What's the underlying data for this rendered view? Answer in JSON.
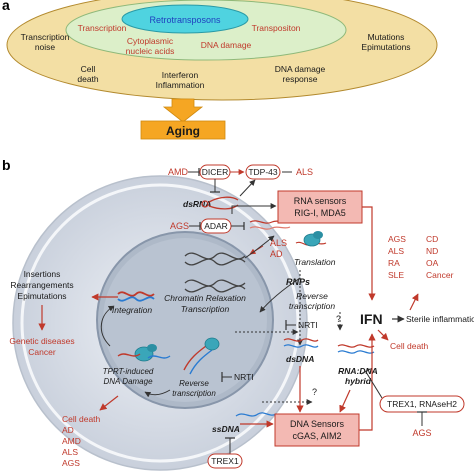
{
  "panel_a": {
    "panel_letter": "a",
    "inner": "Retrotransposons",
    "middle": {
      "left": "Transcription",
      "right": "Transpositon",
      "cyto_1": "Cytoplasmic",
      "cyto_2": "nucleic acids",
      "dna_damage": "DNA damage"
    },
    "outer": {
      "noise_1": "Transcription",
      "noise_2": "noise",
      "mut_1": "Mutations",
      "mut_2": "Epimutations",
      "death_1": "Cell",
      "death_2": "death",
      "ifn_1": "Interferon",
      "ifn_2": "Inflammation",
      "ddr_1": "DNA damage",
      "ddr_2": "response"
    },
    "aging": "Aging"
  },
  "panel_b": {
    "panel_letter": "b",
    "amd": "AMD",
    "dicer": "DICER",
    "tdp43": "TDP-43",
    "als_top": "ALS",
    "dsrna": "dsRNA",
    "ags_left": "AGS",
    "adar": "ADAR",
    "rna_sensors_1": "RNA sensors",
    "rna_sensors_2": "RIG-I, MDA5",
    "als_ad_1": "ALS",
    "als_ad_2": "AD",
    "translation": "Translation",
    "rnps": "RNPs",
    "rev_tr_1": "Reverse",
    "rev_tr_2": "transcription",
    "chrom_1": "Chromatin Relaxation",
    "chrom_2": "Transcription",
    "integration": "Integration",
    "left_list": [
      "Insertions",
      "Rearrangements",
      "Epimutations"
    ],
    "genetic_1": "Genetic diseases",
    "genetic_2": "Cancer",
    "tprt_1": "TPRT-induced",
    "tprt_2": "DNA Damage",
    "rev_tr_in_1": "Reverse",
    "rev_tr_in_2": "transcription",
    "nrti_top": "NRTI",
    "nrti_bottom": "NRTI",
    "dsdna": "dsDNA",
    "hybrid_1": "RNA:DNA",
    "hybrid_2": "hybrid",
    "ssdna": "ssDNA",
    "dna_sensors_1": "DNA Sensors",
    "dna_sensors_2": "cGAS, AIM2",
    "trex1_bottom": "TREX1",
    "trex1_rnaseh2": "TREX1, RNAseH2",
    "ags_bottom": "AGS",
    "ifn": "IFN",
    "sterile": "Sterile inflammation",
    "cell_death_right": "Cell death",
    "disease_col1": [
      "AGS",
      "ALS",
      "RA",
      "SLE"
    ],
    "disease_col2": [
      "CD",
      "ND",
      "OA",
      "Cancer"
    ],
    "bottom_list": [
      "Cell death",
      "AD",
      "AMD",
      "ALS",
      "AGS"
    ],
    "question_1": "?",
    "question_2": "?"
  },
  "colors": {
    "outer_ring": "#f3dfa4",
    "middle_ring": "#dcefc9",
    "inner_ring": "#4fd3e0",
    "aging_box": "#f5a623",
    "accent_red": "#c0392b",
    "sensor_fill": "#f3b9b3",
    "cell_fill": "#dde2ea"
  }
}
